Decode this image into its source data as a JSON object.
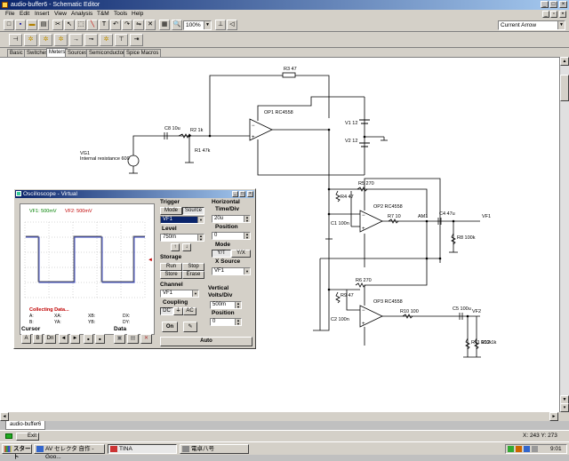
{
  "window": {
    "title": "audio-buffer6 - Schematic Editor",
    "controls": [
      "_",
      "□",
      "×"
    ]
  },
  "menu": {
    "items": [
      "File",
      "Edit",
      "Insert",
      "View",
      "Analysis",
      "T&M",
      "Tools",
      "Help"
    ]
  },
  "toolbar": {
    "zoom_value": "100%",
    "pointer_mode": "Current Arrow"
  },
  "tabs": [
    {
      "label": "Basic"
    },
    {
      "label": "Switches"
    },
    {
      "label": "Meters"
    },
    {
      "label": "Sources"
    },
    {
      "label": "Semiconductors"
    },
    {
      "label": "Spice Macros"
    }
  ],
  "schematic": {
    "R3": "R3 47",
    "OP1": "OP1 RC4558",
    "C8": "C8 10u",
    "R2": "R2 1k",
    "R1": "R1 47k",
    "VG1": "VG1",
    "VG1_sub": "Internal resistance 600",
    "V1": "V1 12",
    "V2": "V2 12",
    "R5": "R5 270",
    "R4": "R4 47",
    "C1": "C1 100n",
    "OP2": "OP2 RC4558",
    "R7": "R7 10",
    "AM1": "AM1",
    "C4": "C4 47u",
    "VF1": "VF1",
    "R8": "R8 100k",
    "R6": "R6 270",
    "R9": "R9 47",
    "C2": "C2 100n",
    "OP3": "OP3 RC4558",
    "R10": "R10 100",
    "C5": "C5 100u",
    "VF2": "VF2",
    "R11": "R11 100k",
    "R12": "R12 1k"
  },
  "sheet_tab": "audio-buffer6",
  "status": {
    "mode": "Exit",
    "coords": "X: 243  Y: 273"
  },
  "taskbar": {
    "start": "スタート",
    "tasks": [
      "AV セレクタ 自作 - Goo...",
      "TINA",
      "電卓八号"
    ],
    "clock": "9:01"
  },
  "oscilloscope": {
    "title": "Oscilloscope - Virtual",
    "screen": {
      "legend_vf1": "VF1: 500mV",
      "legend_vf2": "VF2: 500mV",
      "status_text": "Collecting Data...",
      "readouts": [
        "A:",
        "XA:",
        "XB:",
        "DX:",
        "B:",
        "YA:",
        "YB:",
        "DY:"
      ]
    },
    "trigger": {
      "heading": "Trigger",
      "mode_label": "Mode",
      "source_label": "Source",
      "source_value": "VF1",
      "level_label": "Level",
      "level_value": "750m",
      "edge_rise": "↑",
      "edge_fall": "↓"
    },
    "horizontal": {
      "heading": "Horizontal",
      "time_label": "Time/Div",
      "time_value": "20u",
      "position_label": "Position",
      "position_value": "0",
      "mode_label": "Mode",
      "mode_yt": "Y/T",
      "mode_yx": "Y/X",
      "xsource_label": "X Source",
      "xsource_value": "VF1"
    },
    "storage": {
      "heading": "Storage",
      "run": "Run",
      "stop": "Stop",
      "store": "Store",
      "erase": "Erase"
    },
    "channel": {
      "heading": "Channel",
      "value": "VF1",
      "coupling_label": "Coupling",
      "dc": "DC",
      "gnd": "⏚",
      "ac": "AC",
      "on": "On"
    },
    "vertical": {
      "heading": "Vertical",
      "volts_label": "Volts/Div",
      "volts_value": "500m",
      "position_label": "Position",
      "position_value": "0",
      "auto": "Auto"
    },
    "cursor": {
      "heading": "Cursor",
      "buttons": [
        "A",
        "B",
        "Dn",
        "◄",
        "►",
        "■",
        "■"
      ]
    },
    "data": {
      "heading": "Data"
    },
    "waveform": {
      "vf1_color": "#606060",
      "vf2_color": "#3040c0"
    }
  }
}
